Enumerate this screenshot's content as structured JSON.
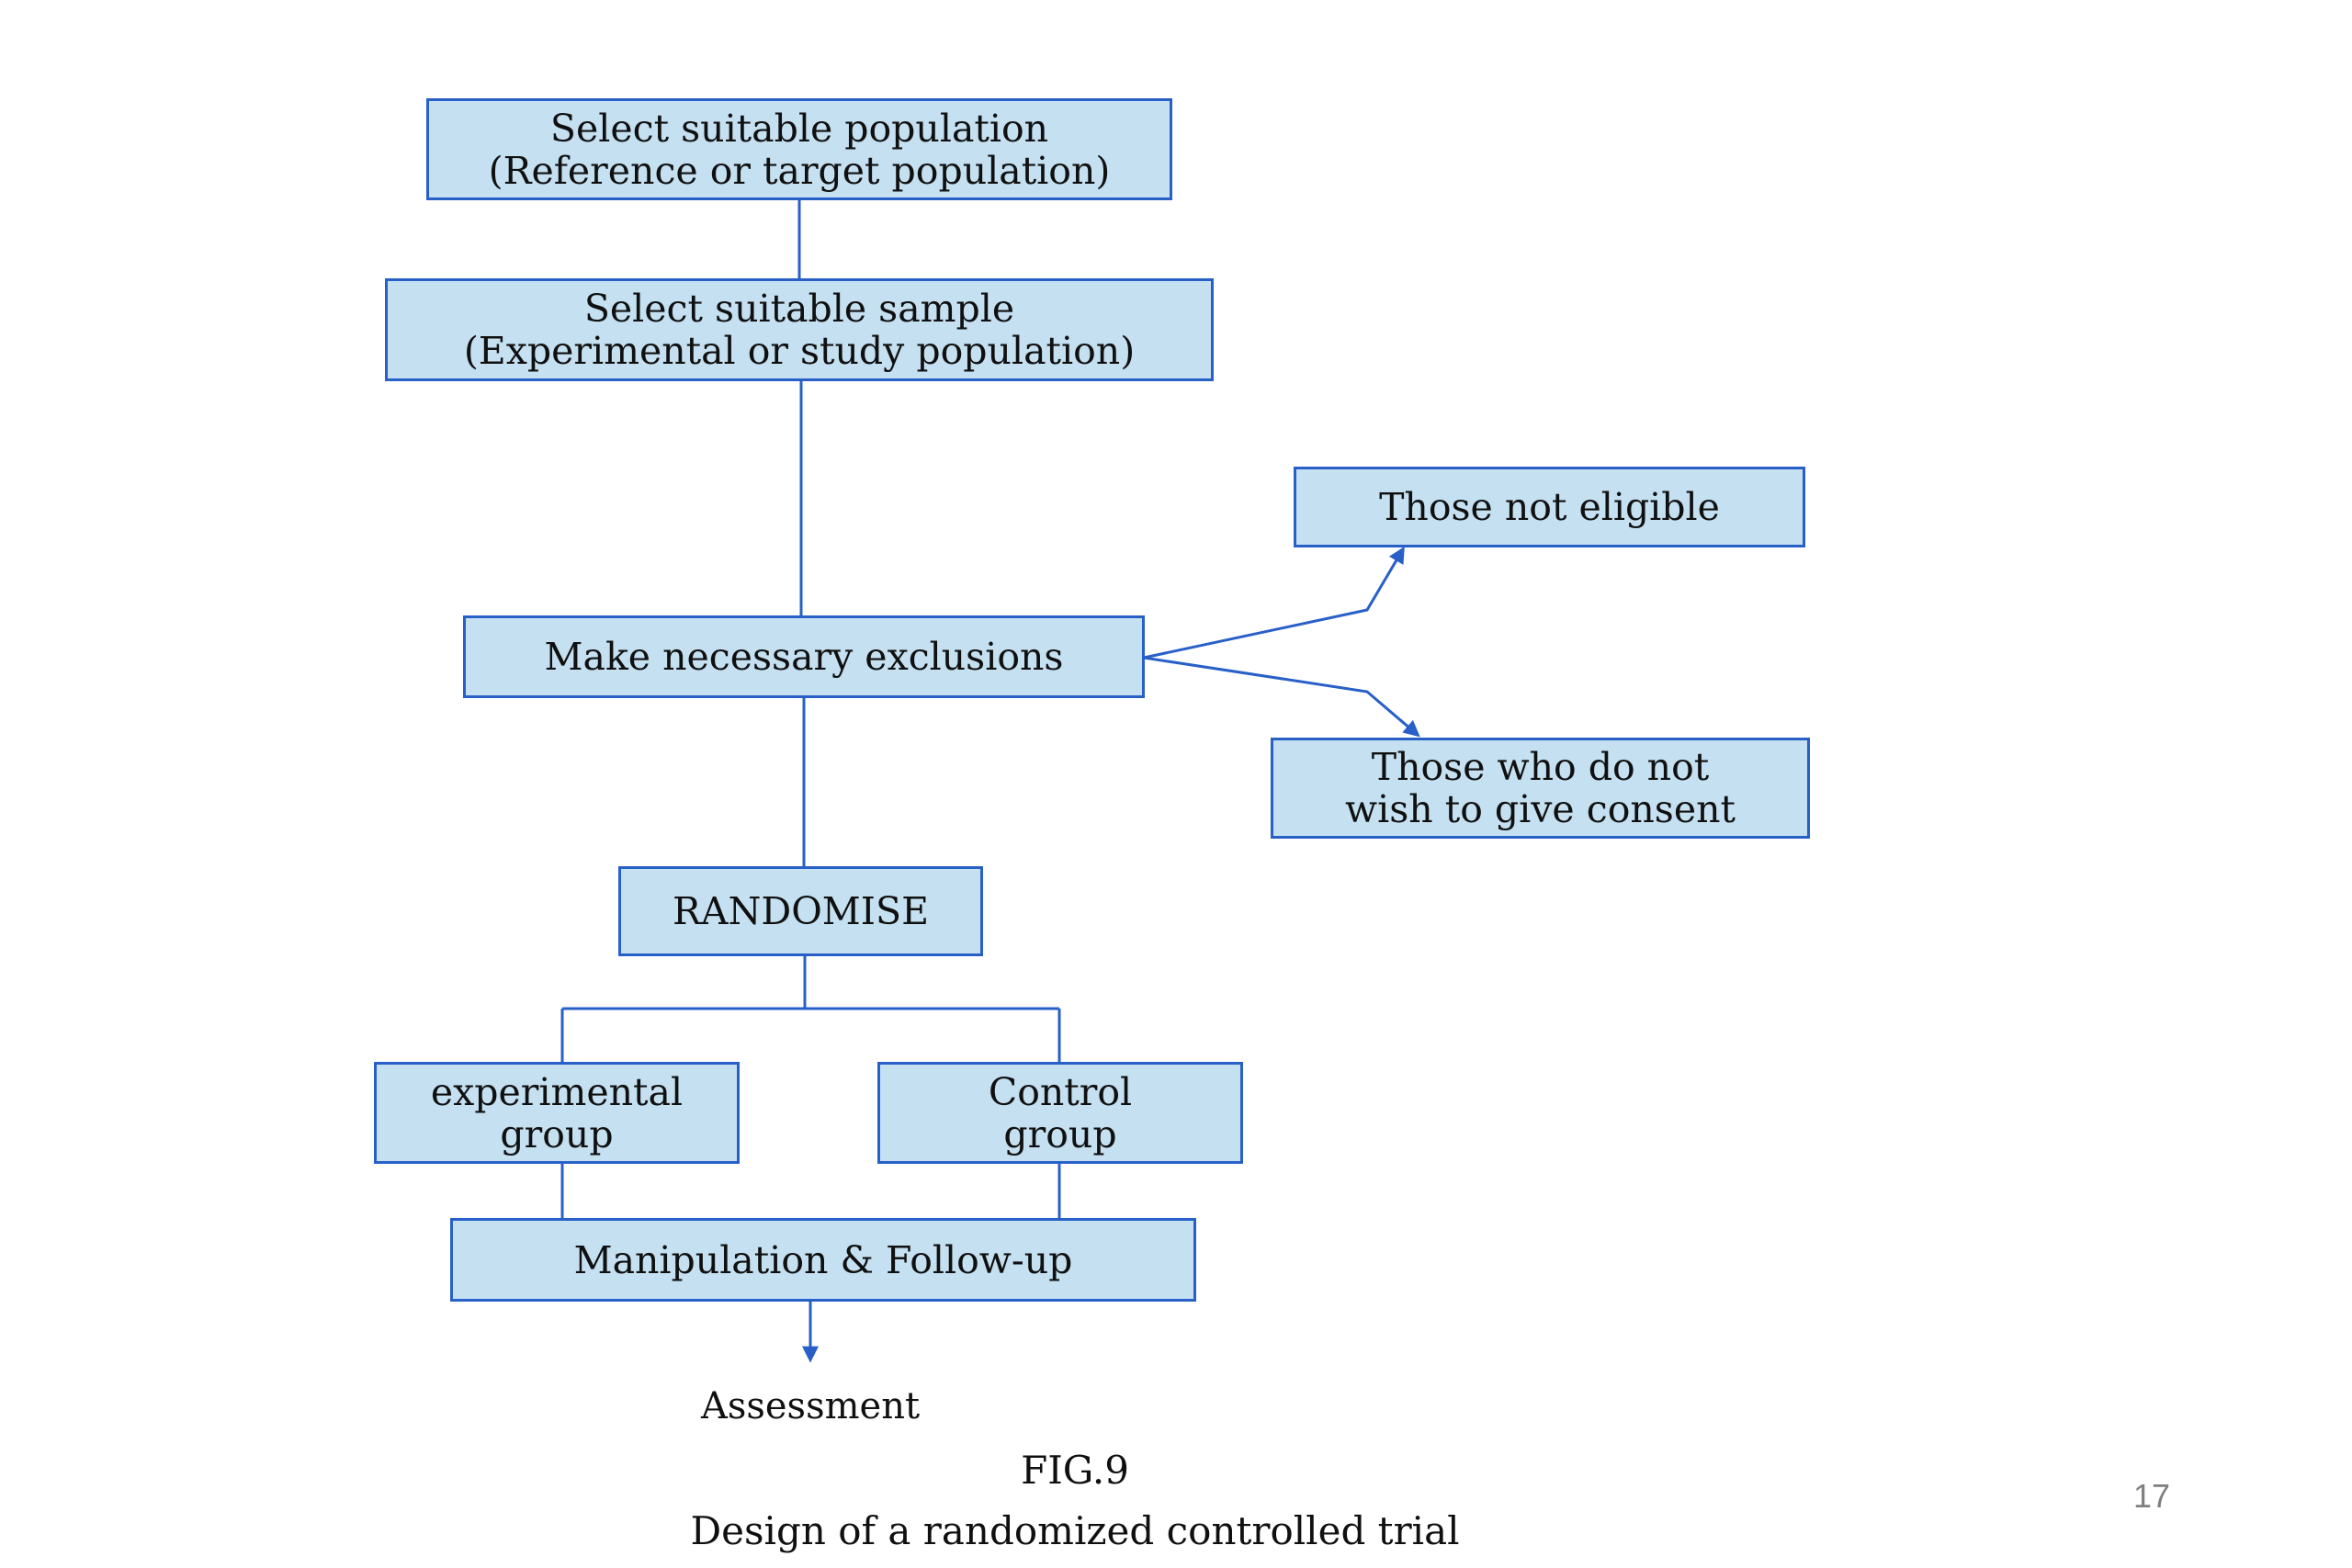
{
  "diagram": {
    "colors": {
      "box_fill": "#c4e0f1",
      "box_border": "#2860c8",
      "connector": "#2860c8",
      "text": "#101010"
    },
    "nodes": {
      "population": {
        "line1": "Select suitable population",
        "line2": "(Reference or target population)"
      },
      "sample": {
        "line1": "Select suitable sample",
        "line2": "(Experimental or study population)"
      },
      "exclusions": {
        "line1": "Make necessary exclusions"
      },
      "not_eligible": {
        "line1": "Those not eligible"
      },
      "no_consent": {
        "line1": "Those who do not",
        "line2": "wish to give consent"
      },
      "randomise": {
        "line1": "RANDOMISE"
      },
      "experimental": {
        "line1": "experimental",
        "line2": "group"
      },
      "control": {
        "line1": "Control",
        "line2": "group"
      },
      "followup": {
        "line1": "Manipulation & Follow-up"
      },
      "assessment": {
        "line1": "Assessment"
      }
    },
    "figure_label": "FIG.9",
    "caption": "Design of a randomized controlled trial"
  },
  "slide": {
    "number": "17"
  }
}
